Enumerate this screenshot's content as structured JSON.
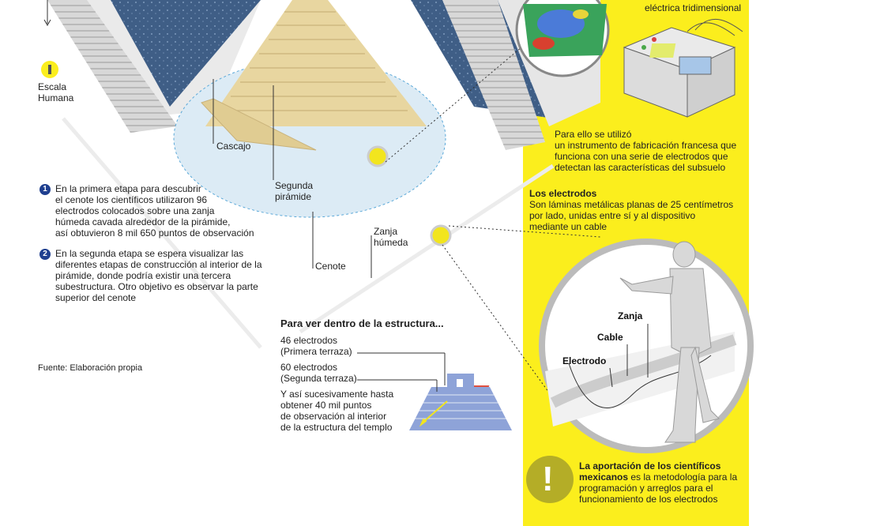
{
  "scale": {
    "label_line1": "Escala",
    "label_line2": "Humana"
  },
  "pyramid": {
    "label_cascajo": "Cascajo",
    "label_segunda_line1": "Segunda",
    "label_segunda_line2": "pirámide",
    "label_cenote": "Cenote",
    "label_zanja_line1": "Zanja",
    "label_zanja_line2": "húmeda"
  },
  "steps": [
    {
      "number": "1",
      "lines": [
        "En la primera etapa para descubrir",
        "el cenote los científicos utilizaron 96",
        "electrodos colocados sobre una zanja",
        "húmeda cavada alrededor de la pirámide,",
        "así obtuvieron 8 mil 650 puntos de observación"
      ]
    },
    {
      "number": "2",
      "lines": [
        "En la segunda etapa se espera visualizar las",
        "diferentes etapas de construcción al interior de la",
        "pirámide, donde podría existir una tercera",
        "subestructura. Otro objetivo es observar la parte",
        "superior del cenote"
      ]
    }
  ],
  "source": "Fuente: Elaboración propia",
  "structure_note": {
    "title": "Para ver dentro de la estructura...",
    "item1_line1": "46 electrodos",
    "item1_line2": "(Primera terraza)",
    "item2_line1": "60 electrodos",
    "item2_line2": "(Segunda terraza)",
    "item3_lines": [
      "Y así sucesivamente hasta",
      "obtener 40 mil puntos",
      "de observación al interior",
      "de la estructura del templo"
    ]
  },
  "right_panel": {
    "top_caption": "eléctrica tridimensional",
    "instrument_lines": [
      "Para ello se utilizó",
      "un instrumento de fabricación francesa que",
      "funciona con una serie de electrodos que",
      "detectan las características del subsuelo"
    ],
    "electrodes_title": "Los electrodos",
    "electrodes_lines": [
      "Son láminas metálicas planas de 25 centímetros",
      "por lado, unidas entre sí y al dispositivo",
      "mediante un cable"
    ],
    "label_zanja": "Zanja",
    "label_cable": "Cable",
    "label_electrodo": "Electrodo",
    "contribution_bold_line1": "La aportación de los científicos",
    "contribution_bold_line2": "mexicanos",
    "contribution_rest_line2": " es la metodología para la",
    "contribution_lines": [
      "programación y arreglos para el",
      "funcionamiento de los electrodos"
    ],
    "exclamation": "!"
  },
  "colors": {
    "panel_yellow": "#fbee1d",
    "accent_blue": "#1f3f8f",
    "temple_blue": "#8ea3d8",
    "electrode_red": "#e05040"
  }
}
